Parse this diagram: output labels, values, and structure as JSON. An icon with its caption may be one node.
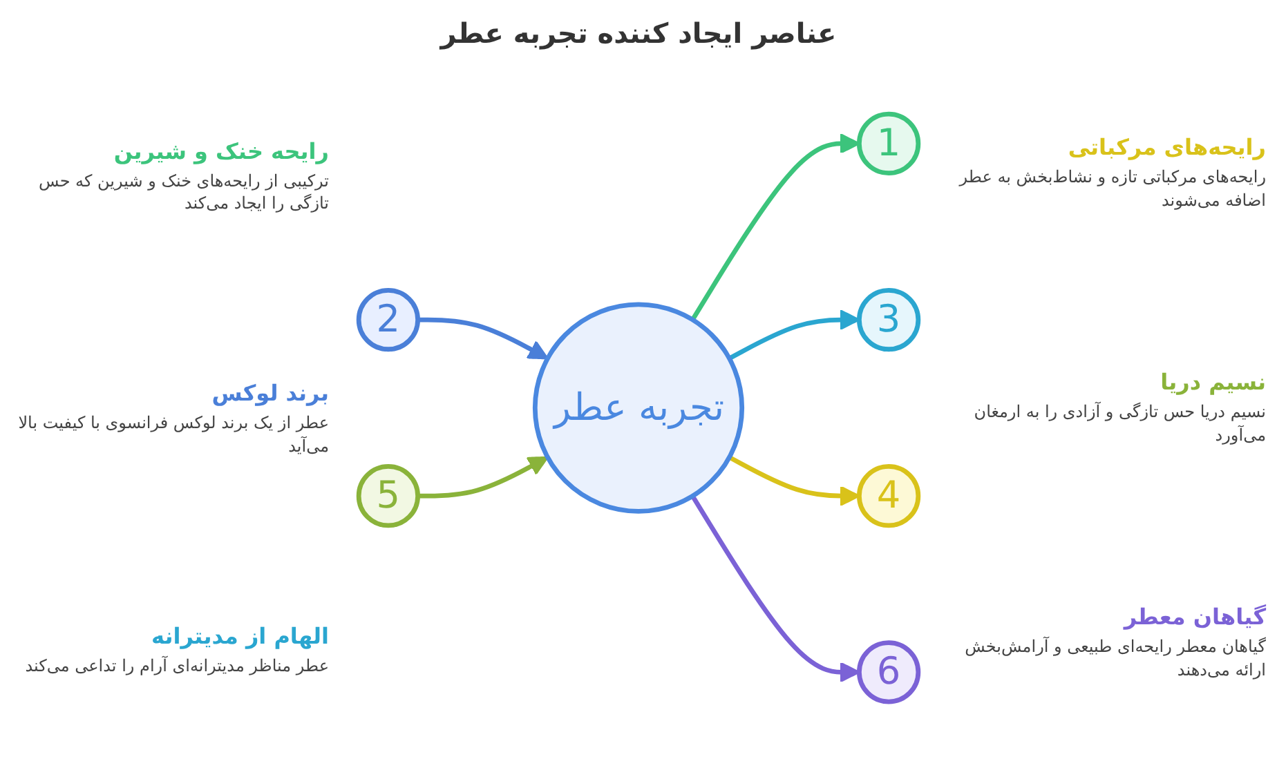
{
  "diagram": {
    "title": "عناصر ایجاد کننده تجربه عطر",
    "nodes": [
      {
        "text": [
          "تجربه عطر"
        ]
      },
      {
        "text": [
          "1"
        ],
        "beside": [
          "رایحه خنک و شیرین",
          "ترکیبی از رایحه‌های خنک و شیرین که حس تازگی را ایجاد می‌کند"
        ]
      },
      {
        "text": [
          "2"
        ],
        "beside": [
          "برند لوکس",
          "عطر از یک برند لوکس فرانسوی با کیفیت بالا می‌آید"
        ]
      },
      {
        "text": [
          "3"
        ],
        "beside": [
          "الهام از مدیترانه",
          "عطر مناظر مدیترانه‌ای آرام را تداعی می‌کند"
        ]
      },
      {
        "text": [
          "4"
        ],
        "beside": [
          "رایحه‌های مرکباتی",
          "رایحه‌های مرکباتی تازه و نشاط‌بخش به عطر اضافه می‌شوند"
        ]
      },
      {
        "text": [
          "5"
        ],
        "beside": [
          "نسیم دریا",
          "نسیم دریا حس تازگی و آزادی را به ارمغان می‌آورد"
        ]
      },
      {
        "text": [
          "6"
        ],
        "beside": [
          "گیاهان معطر",
          "گیاهان معطر رایحه‌ای طبیعی و آرامش‌بخش ارائه می‌دهند"
        ]
      }
    ],
    "edges": [
      {
        "from": 0,
        "to": 1,
        "arrow": "to",
        "color": "#3cc47c"
      },
      {
        "from": 2,
        "to": 0,
        "arrow": "to",
        "color": "#4a7fd8"
      },
      {
        "from": 0,
        "to": 3,
        "arrow": "to",
        "color": "#2aa6d0"
      },
      {
        "from": 0,
        "to": 4,
        "arrow": "to",
        "color": "#d9c21a"
      },
      {
        "from": 5,
        "to": 0,
        "arrow": "to",
        "color": "#8ab33a"
      },
      {
        "from": 0,
        "to": 6,
        "arrow": "to",
        "color": "#7b62d6"
      }
    ]
  }
}
